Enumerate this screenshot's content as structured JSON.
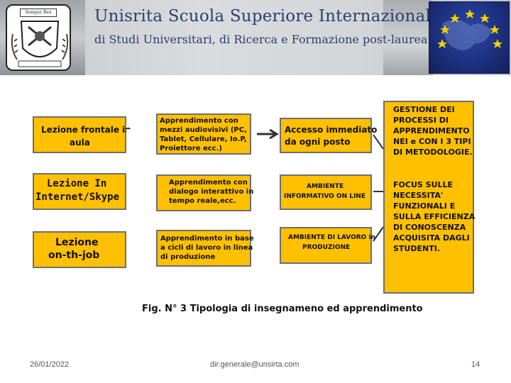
{
  "header": {
    "title": "Unisrita  Scuola Superiore Internazionale",
    "subtitle": "di Studi Universitari, di Ricerca e Formazione post-laurea",
    "logo_text": "Semper Rex"
  },
  "diagram": {
    "rows": [
      {
        "lesson": [
          "Lezione frontale in",
          "aula"
        ],
        "learning": [
          "Apprendimento  con",
          "mezzi audiovisivi (PC,",
          "Tablet, Cellulare, Io.P,",
          "Proiettore ecc.)"
        ],
        "outcome": [
          "Accesso immediato",
          "da ogni posto"
        ]
      },
      {
        "lesson": [
          "Lezione In",
          "Internet/Skype"
        ],
        "learning": [
          "Apprendimento con",
          "dialogo interattivo in",
          "tempo reale,ecc."
        ],
        "outcome": [
          "AMBIENTE",
          "INFORMATIVO ON LINE"
        ]
      },
      {
        "lesson": [
          "Lezione",
          "on-th-job"
        ],
        "learning": [
          "Apprendimento in base",
          "a cicli di lavoro in linea",
          "di produzione"
        ],
        "outcome": [
          "AMBIENTE DI LAVORO in",
          "PRODUZIONE"
        ]
      }
    ],
    "side_panel": [
      "GESTIONE  DEI",
      " PROCESSI  DI",
      "APPRENDIMENTO",
      "NEI e CON I 3 TIPI",
      "DI METODOLOGIE.",
      "",
      "FOCUS SULLE",
      "NECESSITA'",
      "FUNZIONALI E",
      "SULLA EFFICIENZA",
      "DI CONOSCENZA",
      "ACQUISITA DAGLI",
      "STUDENTI."
    ],
    "caption": "Fig. N° 3  Tipologia di insegnameno ed apprendimento"
  },
  "footer": {
    "date": "26/01/2022",
    "email": "dir.generale@unsirta.com",
    "page": "14"
  },
  "colors": {
    "box_fill": "#ffc000",
    "title_blue": "#2b3f6c",
    "flag_blue": "#1c2f7c"
  }
}
